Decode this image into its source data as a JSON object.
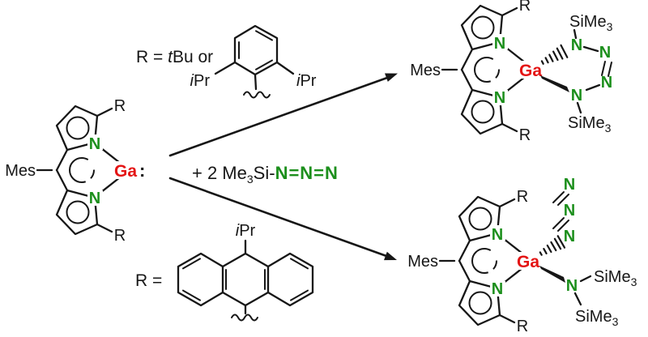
{
  "scheme": {
    "background": "#ffffff",
    "colors": {
      "bond": "#161616",
      "nitrogen_label": "#1c8f1c",
      "gallium_label": "#e41414"
    },
    "atoms": {
      "n": "N",
      "ga": "Ga",
      "mes": "Mes",
      "r": "R",
      "lone_pair": ":"
    },
    "reagent": {
      "prefix": "+ 2 Me",
      "subscript": "3",
      "suffix": "Si-",
      "azide": "N=N=N"
    },
    "r_definitions": {
      "top": {
        "prefix": "R = ",
        "tert_italic": "t",
        "suffix": "Bu or"
      },
      "bottom": "R ="
    },
    "ipr": {
      "i": "i",
      "pr": "Pr"
    },
    "sime3": {
      "text": "SiMe",
      "subscript": "3"
    }
  }
}
